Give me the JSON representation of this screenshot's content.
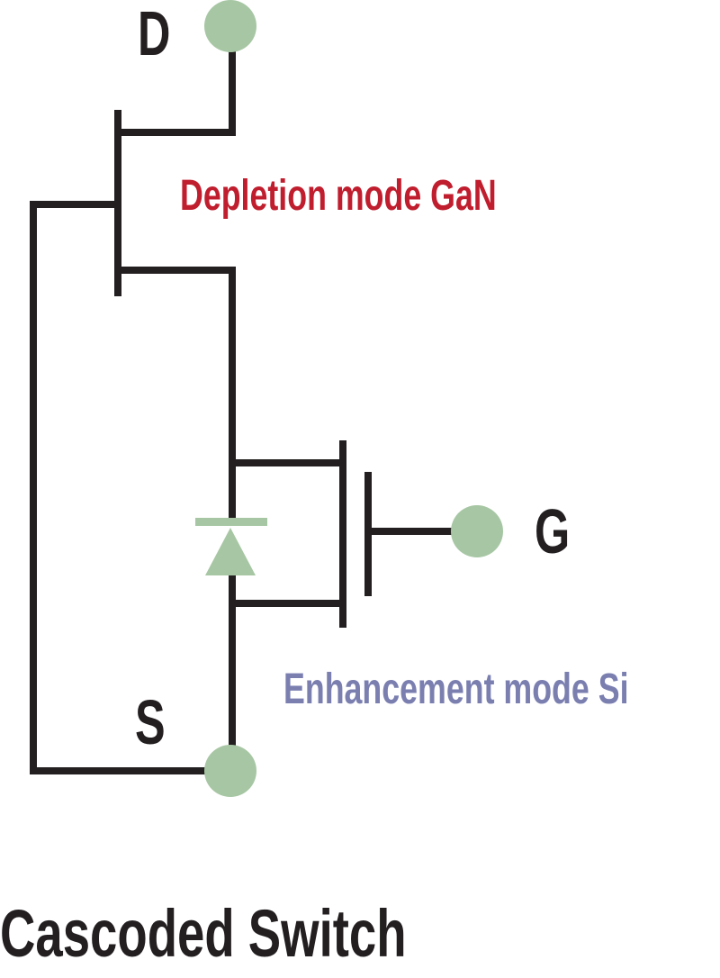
{
  "diagram": {
    "title": "Cascoded Switch",
    "colors": {
      "wire": "#231f20",
      "terminal": "#a7c7a4",
      "depletion_label": "#c01e2e",
      "enhancement_label": "#7a7fb0",
      "text": "#231f20"
    },
    "terminals": [
      {
        "id": "drain",
        "label": "D",
        "icon": "terminal-dot"
      },
      {
        "id": "gate",
        "label": "G",
        "icon": "terminal-dot"
      },
      {
        "id": "source",
        "label": "S",
        "icon": "terminal-dot"
      }
    ],
    "components": [
      {
        "id": "gan_fet",
        "label": "Depletion mode GaN",
        "type": "depletion-mode transistor"
      },
      {
        "id": "si_fet",
        "label": "Enhancement mode Si",
        "type": "enhancement-mode MOSFET"
      },
      {
        "id": "body_diode",
        "type": "diode",
        "icon": "diode-icon"
      }
    ],
    "connections": [
      [
        "drain",
        "gan_fet.drain"
      ],
      [
        "gan_fet.source",
        "si_fet.drain"
      ],
      [
        "gan_fet.gate",
        "source"
      ],
      [
        "si_fet.source",
        "source"
      ],
      [
        "gate",
        "si_fet.gate"
      ],
      [
        "body_diode.anode",
        "si_fet.source"
      ],
      [
        "body_diode.cathode",
        "si_fet.drain"
      ]
    ]
  }
}
